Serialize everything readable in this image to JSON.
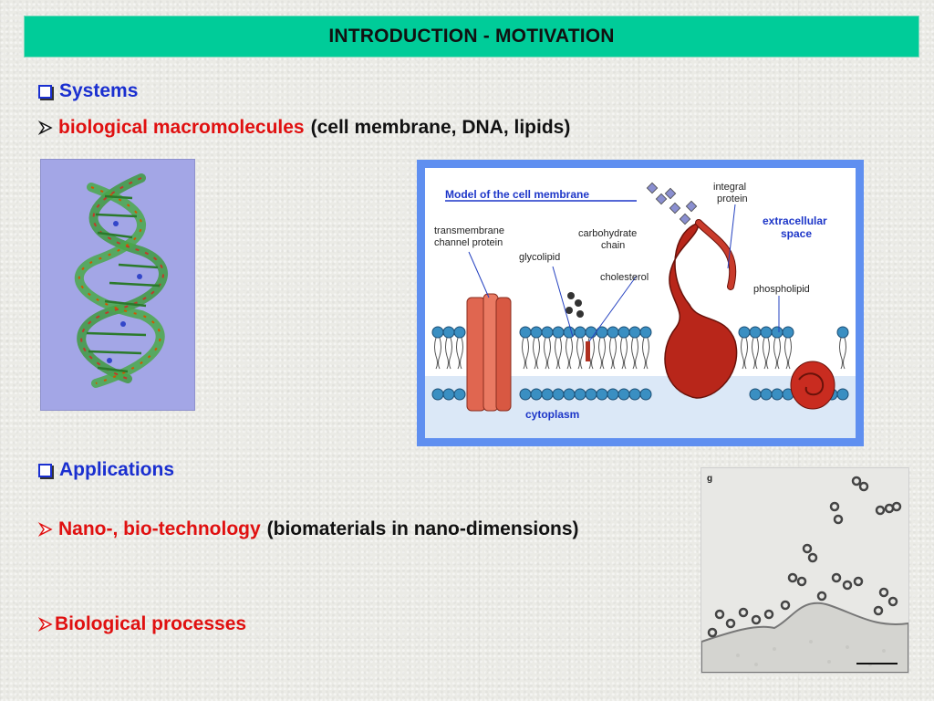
{
  "title": "INTRODUCTION - MOTIVATION",
  "systems": {
    "label": "Systems"
  },
  "macromolecules": {
    "term": "biological macromolecules",
    "detail": "(cell membrane, DNA, lipids)"
  },
  "membrane_figure": {
    "title": "Model of the cell membrane",
    "labels": {
      "integral1": "integral",
      "integral2": "protein",
      "extracellular1": "extracellular",
      "extracellular2": "space",
      "transmembrane1": "transmembrane",
      "transmembrane2": "channel protein",
      "carbohydrate1": "carbohydrate",
      "carbohydrate2": "chain",
      "glycolipid": "glycolipid",
      "cholesterol": "cholesterol",
      "phospholipid": "phospholipid",
      "cytoplasm": "cytoplasm"
    }
  },
  "applications": {
    "label": "Applications"
  },
  "nano": {
    "term": "Nano-, bio-technology",
    "detail": "(biomaterials in nano-dimensions)"
  },
  "processes": {
    "label": "Biological processes"
  },
  "micrograph": {
    "panel_letter": "g"
  },
  "colors": {
    "title_bar": "#00cc99",
    "blue_text": "#1a2fd0",
    "red_text": "#e01010",
    "membrane_frame": "#5f8ff0",
    "dna_background": "#a3a6e6"
  }
}
